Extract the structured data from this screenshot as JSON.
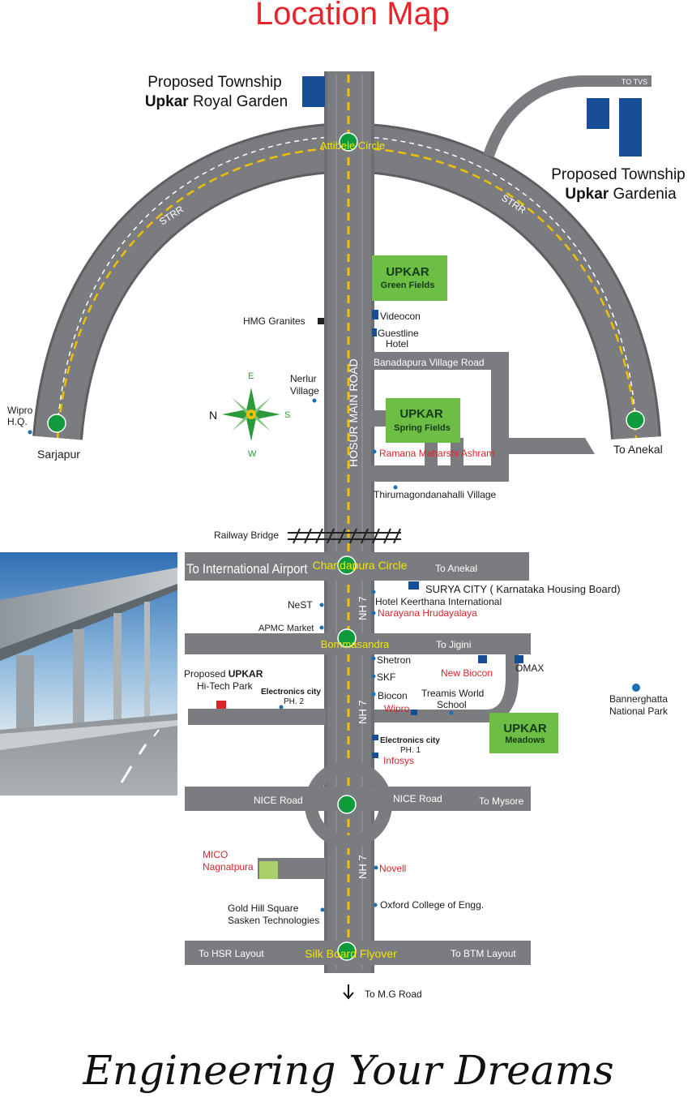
{
  "title": "Location Map",
  "tagline": "Engineering Your Dreams",
  "colors": {
    "road": "#7a7c7f",
    "road_dark": "#6d6f72",
    "lane": "#f0c000",
    "circle": "#0f9a3c",
    "upkar_green": "#6dbe45",
    "marker_blue": "#174d94",
    "red_text": "#d8262a",
    "yellow_text": "#f2e600",
    "title_red": "#e4252b",
    "compass_green": "#2a9a3a"
  },
  "townships": {
    "royal_proposed": "Proposed Township",
    "royal_brand": "Upkar",
    "royal_name": "Royal Garden",
    "gardenia_proposed": "Proposed Township",
    "gardenia_brand": "Upkar",
    "gardenia_name": "Gardenia"
  },
  "roads": {
    "to_tvs": "TO TVS",
    "strr_left": "STRR",
    "strr_right": "STRR",
    "hosur_main_road": "HOSUR MAIN ROAD",
    "banadapura": "Banadapura Village Road",
    "to_intl_airport": "To International Airport",
    "to_anekal_1": "To Anekal",
    "to_anekal_2": "To Anekal",
    "to_jigini": "To Jigini",
    "nh7_1": "NH 7",
    "nh7_2": "NH 7",
    "nh7_3": "NH 7",
    "nice_left": "NICE Road",
    "nice_right": "NICE Road",
    "to_mysore": "To Mysore",
    "to_hsr": "To HSR Layout",
    "to_btm": "To BTM Layout",
    "to_mg": "To M.G Road",
    "railway_bridge": "Railway Bridge"
  },
  "circles": {
    "attibele": "Attibele Circle",
    "chandapura": "Chandapura Circle",
    "bommasandra": "Bommasandra",
    "silk_board": "Silk Board Flyover"
  },
  "upkar_projects": {
    "green_fields_1": "UPKAR",
    "green_fields_2": "Green Fields",
    "spring_fields_1": "UPKAR",
    "spring_fields_2": "Spring Fields",
    "meadows_1": "UPKAR",
    "meadows_2": "Meadows"
  },
  "places": {
    "wipro_hq_1": "Wipro",
    "wipro_hq_2": "H.Q.",
    "sarjapur": "Sarjapur",
    "hmg": "HMG Granites",
    "videocon": "Videocon",
    "guestline_1": "Guestline",
    "guestline_2": "Hotel",
    "nerlur_1": "Nerlur",
    "nerlur_2": "Village",
    "ramana": "Ramana Maharshi Ashram",
    "thirumagondanahalli": "Thirumagondanahalli  Village",
    "surya_city": "SURYA CITY ( Karnataka Housing Board)",
    "keerthana": "Hotel Keerthana International",
    "narayana": "Narayana Hrudayalaya",
    "nest": "NeST",
    "apmc": "APMC Market",
    "shetron": "Shetron",
    "skf": "SKF",
    "biocon": "Biocon",
    "new_biocon": "New Biocon",
    "omax": "OMAX",
    "treamis_1": "Treamis World",
    "treamis_2": "School",
    "wipro": "Wipro",
    "ecity1_1": "Electronics city",
    "ecity1_2": "PH. 1",
    "infosys": "Infosys",
    "hitech_1a": "Proposed",
    "hitech_1b": "UPKAR",
    "hitech_2": "Hi-Tech Park",
    "ecity2_1": "Electronics city",
    "ecity2_2": "PH. 2",
    "bannerghatta_1": "Bannerghatta",
    "bannerghatta_2": "National Park",
    "mico_1": "MICO",
    "mico_2": "Nagnatpura",
    "novell": "Novell",
    "gold_hill_1": "Gold Hill Square",
    "gold_hill_2": "Sasken Technologies",
    "oxford": "Oxford College of Engg."
  },
  "compass": {
    "n": "N",
    "s": "S",
    "e": "E",
    "w": "W"
  }
}
